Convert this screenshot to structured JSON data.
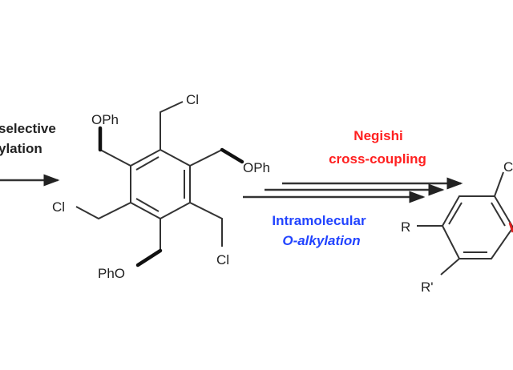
{
  "left_conditions": {
    "line1": "selective",
    "line2": "ylation"
  },
  "top_conditions": {
    "line1": "Negishi",
    "line2": "cross-coupling",
    "color": "#ff2020"
  },
  "bottom_conditions": {
    "line1": "Intramolecular",
    "line2": "O-alkylation",
    "color": "#2244ff"
  },
  "intermediate_labels": {
    "cl_top": "Cl",
    "oph_top": "OPh",
    "oph_right": "OPh",
    "cl_left": "Cl",
    "pho_bottom": "PhO",
    "cl_bottom": "Cl"
  },
  "product_labels": {
    "r": "R",
    "r_prime": "R'",
    "c_top": "C"
  }
}
